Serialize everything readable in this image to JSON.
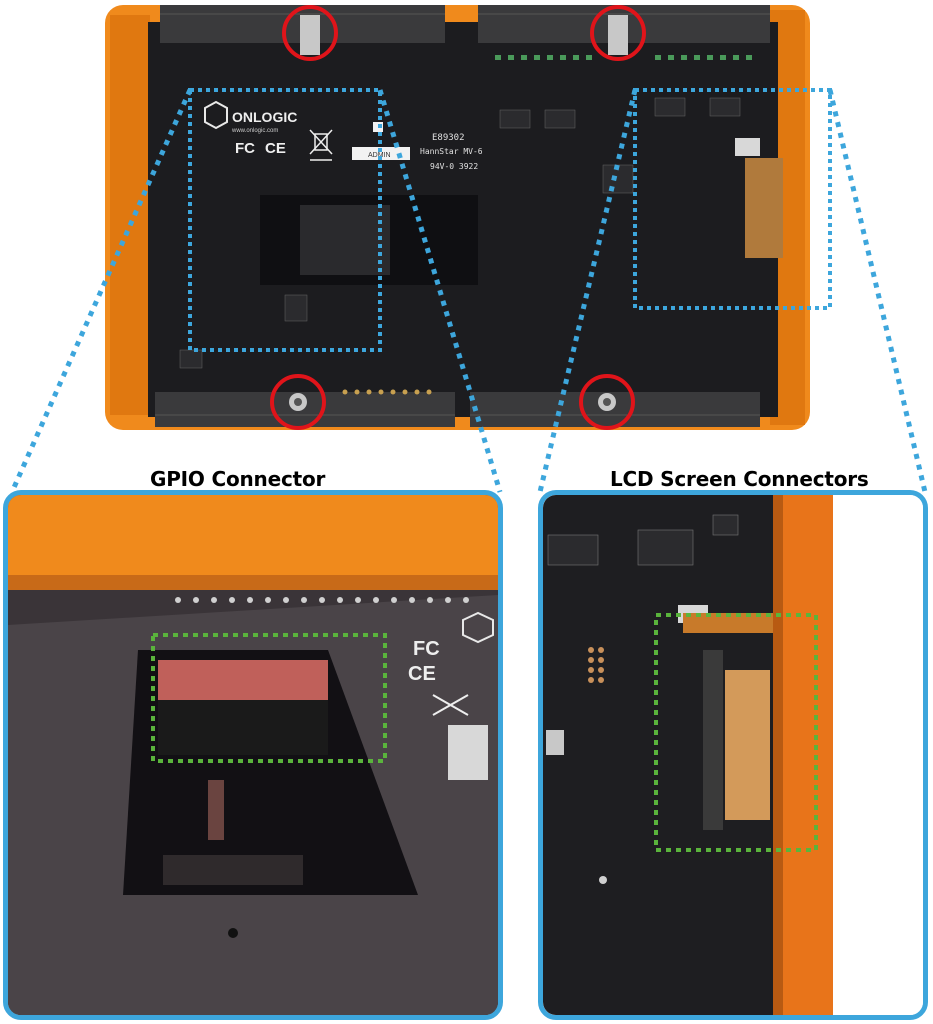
{
  "callouts": {
    "gpio": {
      "title": "GPIO Connector"
    },
    "lcd": {
      "title": "LCD Screen Connectors"
    }
  },
  "board": {
    "brand": "ONLOGIC",
    "url": "www.onlogic.com",
    "cert_line1": "E89302",
    "cert_line2": "HannStar MV-6",
    "cert_line3": "94V-0  3922",
    "label_sticker": "ADMIN"
  },
  "colors": {
    "case_orange": "#f08a1c",
    "pcb_black": "#1c1c1f",
    "highlight_blue": "#3da6dc",
    "highlight_green": "#5ab43c",
    "mount_circle_red": "#e0141a"
  },
  "icons": [
    "standoff-icon",
    "onlogic-logo-icon",
    "fcc-icon",
    "ce-icon",
    "weee-bin-icon"
  ]
}
